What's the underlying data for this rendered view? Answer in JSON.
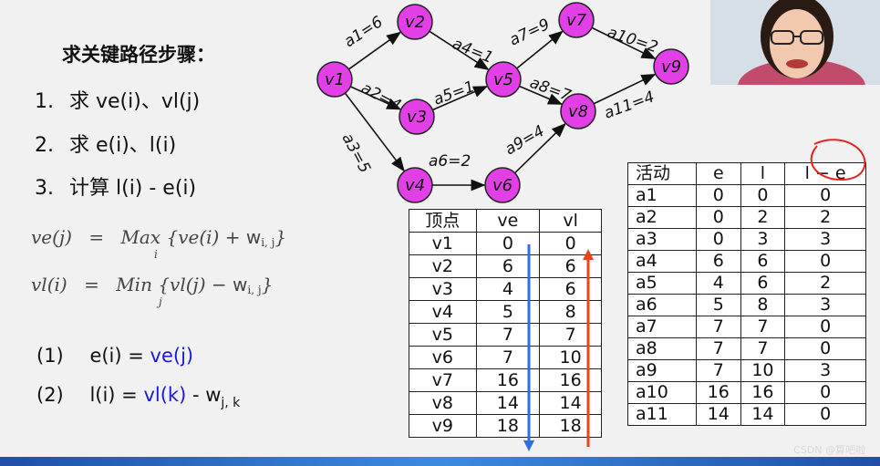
{
  "steps": {
    "title": "求关键路径步骤：",
    "items": [
      {
        "num": "1.",
        "text": "求 ve(i)、vl(j)"
      },
      {
        "num": "2.",
        "text": "求 e(i)、l(i)"
      },
      {
        "num": "3.",
        "text": "计算 l(i) - e(i)"
      }
    ]
  },
  "formulas": {
    "ve": {
      "lhs": "ve(j)",
      "eq": "=",
      "op": "Max",
      "sub": "i",
      "body_start": "{ve(i) + ",
      "w": "w",
      "wsub": "i, j",
      "close": "}"
    },
    "vl": {
      "lhs": "vl(i)",
      "eq": "=",
      "op": "Min",
      "sub": "j",
      "body_start": "{vl(j) − ",
      "w": "w",
      "wsub": "i, j",
      "close": "}"
    }
  },
  "rules": [
    {
      "num": "(1)",
      "plain": "e(i) = ",
      "blue": "ve(j)",
      "tail": "",
      "sub": ""
    },
    {
      "num": "(2)",
      "plain": "l(i) = ",
      "blue": "vl(k)",
      "tail": " - w",
      "sub": "j, k"
    }
  ],
  "graph": {
    "vertices": [
      "v1",
      "v2",
      "v3",
      "v4",
      "v5",
      "v6",
      "v7",
      "v8",
      "v9"
    ],
    "edges": [
      {
        "from": "v1",
        "to": "v2",
        "label": "a1=6"
      },
      {
        "from": "v1",
        "to": "v3",
        "label": "a2=4"
      },
      {
        "from": "v1",
        "to": "v4",
        "label": "a3=5"
      },
      {
        "from": "v2",
        "to": "v5",
        "label": "a4=1"
      },
      {
        "from": "v3",
        "to": "v5",
        "label": "a5=1"
      },
      {
        "from": "v4",
        "to": "v6",
        "label": "a6=2"
      },
      {
        "from": "v5",
        "to": "v7",
        "label": "a7=9"
      },
      {
        "from": "v5",
        "to": "v8",
        "label": "a8=7"
      },
      {
        "from": "v6",
        "to": "v8",
        "label": "a9=4"
      },
      {
        "from": "v7",
        "to": "v9",
        "label": "a10=2"
      },
      {
        "from": "v8",
        "to": "v9",
        "label": "a11=4"
      }
    ],
    "node_color": "#e23fe6",
    "arrow_color": "#111111"
  },
  "vertex_table": {
    "headers": [
      "顶点",
      "ve",
      "vl"
    ],
    "rows": [
      [
        "v1",
        "0",
        "0"
      ],
      [
        "v2",
        "6",
        "6"
      ],
      [
        "v3",
        "4",
        "6"
      ],
      [
        "v4",
        "5",
        "8"
      ],
      [
        "v5",
        "7",
        "7"
      ],
      [
        "v6",
        "7",
        "10"
      ],
      [
        "v7",
        "16",
        "16"
      ],
      [
        "v8",
        "14",
        "14"
      ],
      [
        "v9",
        "18",
        "18"
      ]
    ],
    "ve_arrow_color": "#2f6fe0",
    "vl_arrow_color": "#e8431c"
  },
  "activity_table": {
    "headers": [
      "活动",
      "e",
      "l",
      "l − e"
    ],
    "rows": [
      [
        "a1",
        "0",
        "0",
        "0"
      ],
      [
        "a2",
        "0",
        "2",
        "2"
      ],
      [
        "a3",
        "0",
        "3",
        "3"
      ],
      [
        "a4",
        "6",
        "6",
        "0"
      ],
      [
        "a5",
        "4",
        "6",
        "2"
      ],
      [
        "a6",
        "5",
        "8",
        "3"
      ],
      [
        "a7",
        "7",
        "7",
        "0"
      ],
      [
        "a8",
        "7",
        "7",
        "0"
      ],
      [
        "a9",
        "7",
        "10",
        "3"
      ],
      [
        "a10",
        "16",
        "16",
        "0"
      ],
      [
        "a11",
        "14",
        "14",
        "0"
      ]
    ],
    "circle_color": "#e8231c"
  },
  "watermark": "CSDN @算吧啦",
  "colors": {
    "blue_text": "#1a1ad6",
    "accent_bar": "#2f6fe0"
  }
}
